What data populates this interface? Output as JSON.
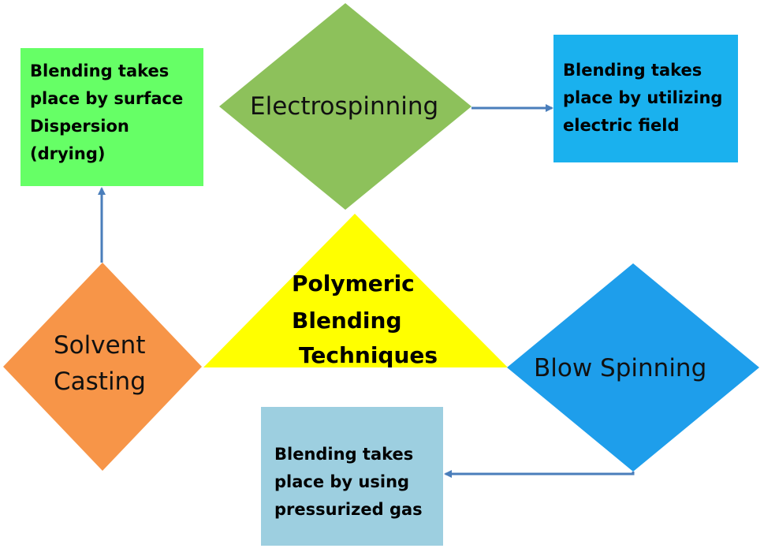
{
  "colors": {
    "electrospinning": "#8DC15B",
    "solvent_casting": "#F79548",
    "blow_spinning": "#1E9EEB",
    "center_triangle": "#FFFF00",
    "box_surface": "#66FF66",
    "box_electric": "#1AB1EE",
    "box_gas": "#9DCFE0",
    "arrow": "#4A7EBB"
  },
  "center": {
    "line1": "Polymeric",
    "line2": "Blending",
    "line3": "Techniques"
  },
  "nodes": {
    "electrospinning": "Electrospinning",
    "solvent_casting_line1": "Solvent",
    "solvent_casting_line2": "Casting",
    "blow_spinning": "Blow Spinning"
  },
  "boxes": {
    "surface": [
      "Blending takes",
      "place by surface",
      "Dispersion",
      "(drying)"
    ],
    "electric": [
      "Blending takes",
      "place by utilizing",
      "electric field"
    ],
    "gas": [
      "Blending takes",
      "place by using",
      "pressurized gas"
    ]
  }
}
